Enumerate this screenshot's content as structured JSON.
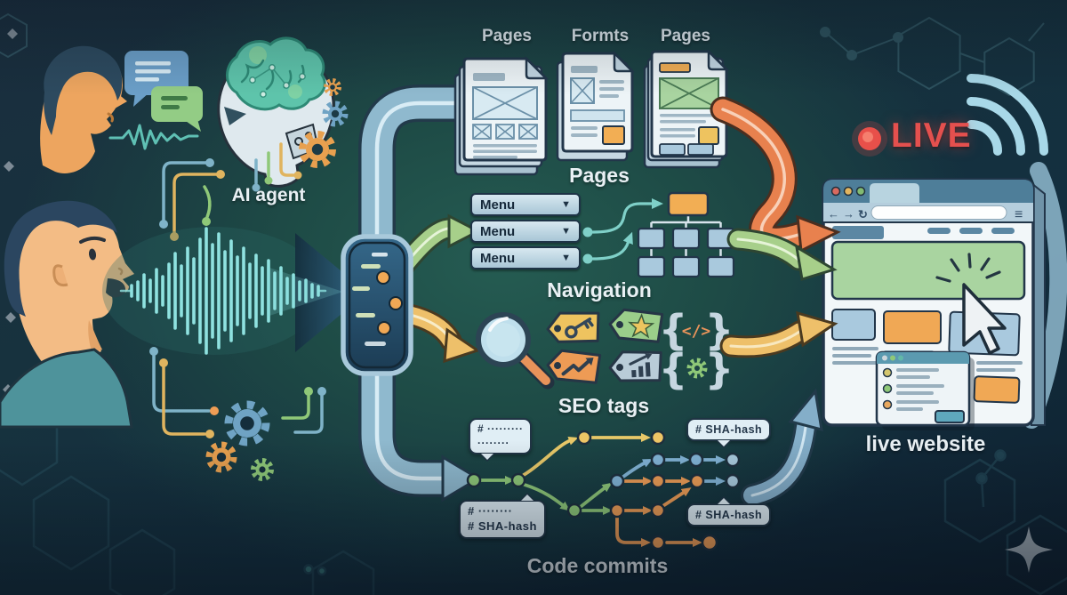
{
  "scene": {
    "ai_agent_label": "AI agent",
    "live_badge": "LIVE",
    "live_site_label": "live website"
  },
  "outputs": {
    "top_labels": [
      "Pages",
      "Formts",
      "Pages"
    ],
    "pages_label": "Pages",
    "navigation_label": "Navigation",
    "seo_label": "SEO tags",
    "commits_label": "Code commits",
    "menu_items": [
      "Menu",
      "Menu",
      "Menu"
    ]
  },
  "bubbles": {
    "left_top_line1": "# ·········",
    "left_top_line2": "········",
    "left_bottom_line1": "# ········",
    "left_bottom_line2": "# SHA-hash",
    "right_top": "# SHA-hash",
    "right_bottom": "# SHA-hash"
  },
  "glyphs": {
    "brace_open": "{",
    "brace_close": "}",
    "code": "</>",
    "menu_chevron": "▼",
    "hamburger": "≡",
    "back_arrow": "←",
    "forward_arrow": "→",
    "refresh": "↻"
  },
  "colors": {
    "bg_navy": "#12222f",
    "bg_teal": "#1e4a45",
    "pipe_blue": "#8fb9ce",
    "arrow_green": "#a7cf8a",
    "arrow_yellow": "#eec06a",
    "arrow_orange": "#e8814e",
    "waveform_cyan": "#8fe2e0",
    "live_red": "#e34b4b",
    "node_green": "#8fc878",
    "node_yellow": "#eec565",
    "node_blue": "#82b4d6",
    "node_orange": "#ef9d55"
  }
}
